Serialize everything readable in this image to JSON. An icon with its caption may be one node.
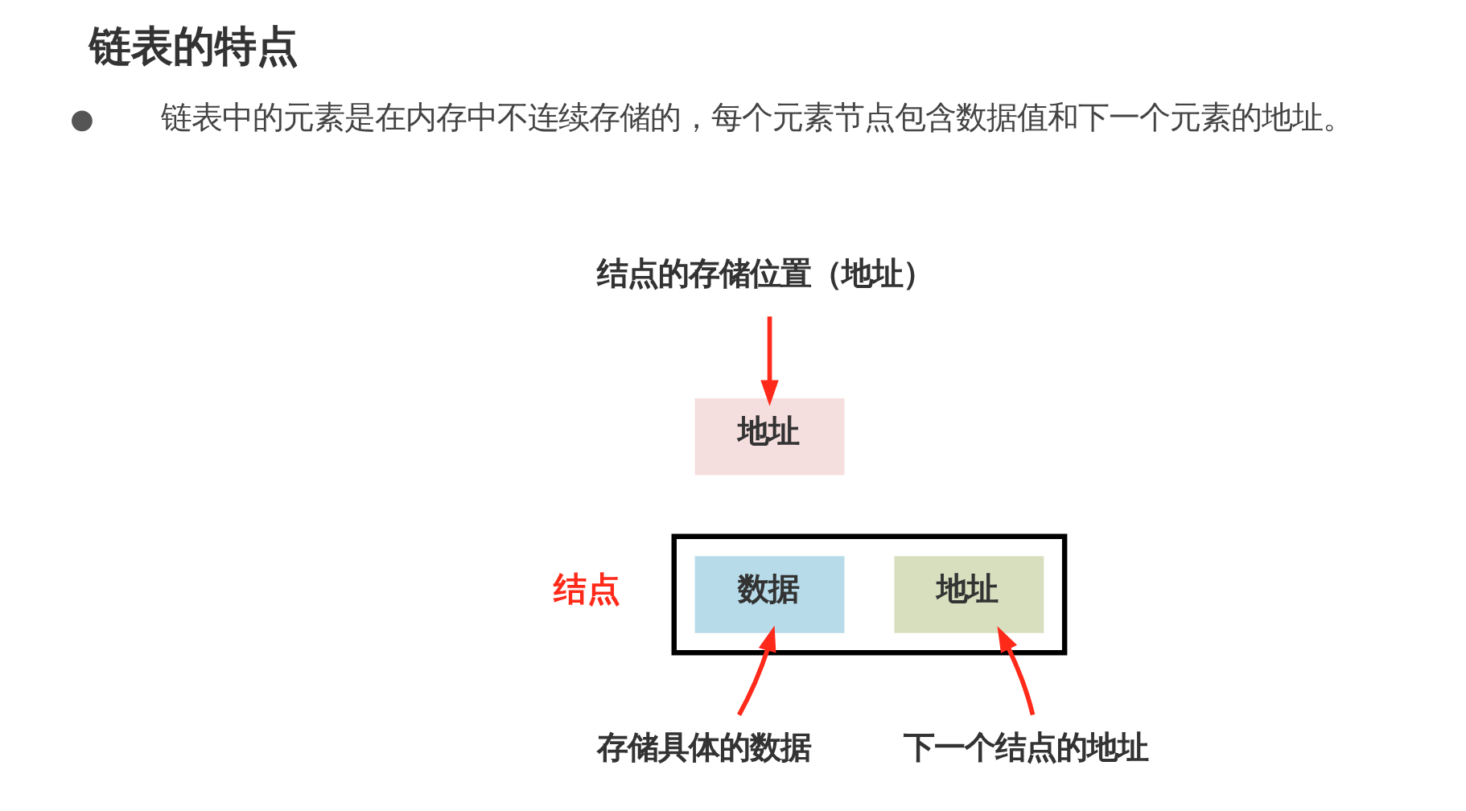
{
  "diagram": {
    "title": "链表的特点",
    "nodes": [
      {
        "text": [
          "结点的存储位置（地址）"
        ]
      },
      {
        "text": [
          "地址"
        ]
      },
      {
        "text": [],
        "shape": "box",
        "beside": [
          "结点"
        ]
      },
      {
        "text": [
          "数据"
        ],
        "in": 2
      },
      {
        "text": [
          "地址"
        ],
        "in": 2
      },
      {
        "text": [
          "存储具体的数据"
        ]
      },
      {
        "text": [
          "下一个结点的地址"
        ]
      }
    ],
    "edges": [
      {
        "from": 0,
        "to": 1,
        "arrow": "to"
      },
      {
        "from": 5,
        "to": 3,
        "arrow": "to"
      },
      {
        "from": 6,
        "to": 4,
        "arrow": "to"
      }
    ],
    "labels": [
      "链表中的元素是在内存中不连续存储的，每个元素节点包含数据值和下一个元素的地址。"
    ]
  }
}
